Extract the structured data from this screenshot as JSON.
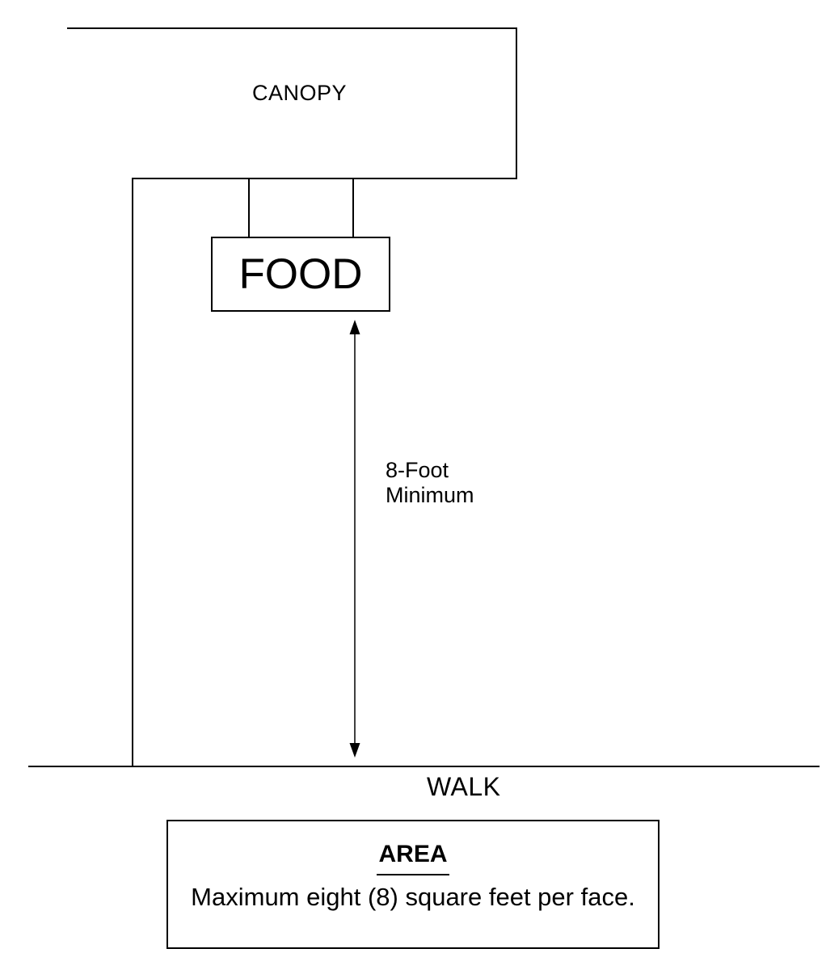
{
  "colors": {
    "line": "#000000",
    "text": "#000000",
    "background": "#ffffff"
  },
  "diagram": {
    "canopy_label": "CANOPY",
    "sign_label": "FOOD",
    "clearance": {
      "line1": "8-Foot",
      "line2": "Minimum"
    },
    "walk_label": "WALK",
    "area_note": {
      "heading": "AREA",
      "body": "Maximum eight (8) square feet per face."
    }
  }
}
